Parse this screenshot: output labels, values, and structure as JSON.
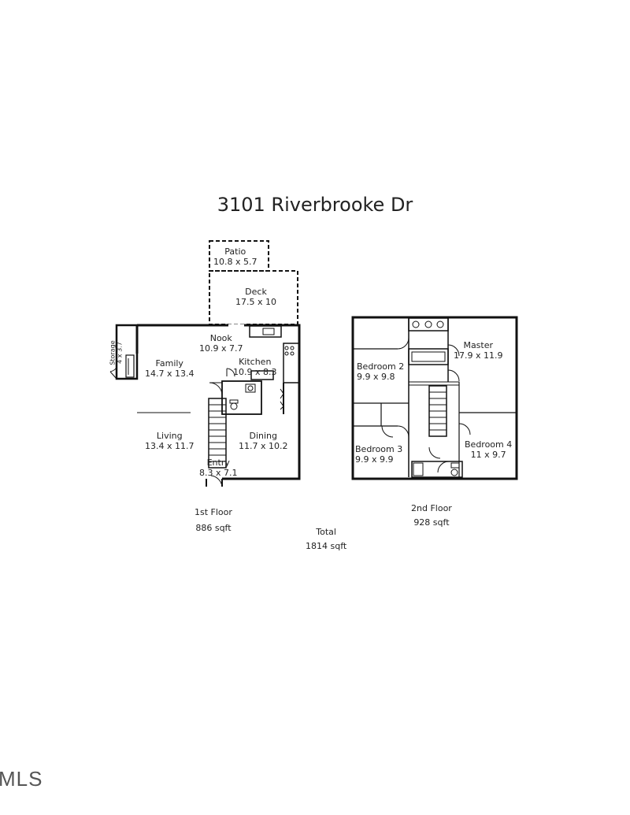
{
  "title": "3101 Riverbrooke Dr",
  "first_floor": {
    "label": "1st Floor",
    "sqft": "886 sqft",
    "rooms": {
      "patio": {
        "name": "Patio",
        "dims": "10.8 x 5.7"
      },
      "deck": {
        "name": "Deck",
        "dims": "17.5 x 10"
      },
      "nook": {
        "name": "Nook",
        "dims": "10.9 x 7.7"
      },
      "kitchen": {
        "name": "Kitchen",
        "dims": "10.9 x 8.3"
      },
      "family": {
        "name": "Family",
        "dims": "14.7 x 13.4"
      },
      "living": {
        "name": "Living",
        "dims": "13.4 x 11.7"
      },
      "dining": {
        "name": "Dining",
        "dims": "11.7 x 10.2"
      },
      "entry": {
        "name": "Entry",
        "dims": "8.3 x 7.1"
      },
      "storage": {
        "name": "Storage",
        "dims": "4 x 3.7"
      }
    }
  },
  "second_floor": {
    "label": "2nd Floor",
    "sqft": "928 sqft",
    "rooms": {
      "master": {
        "name": "Master",
        "dims": "17.9 x 11.9"
      },
      "bedroom2": {
        "name": "Bedroom 2",
        "dims": "9.9 x 9.8"
      },
      "bedroom3": {
        "name": "Bedroom 3",
        "dims": "9.9 x 9.9"
      },
      "bedroom4": {
        "name": "Bedroom 4",
        "dims": "11 x 9.7"
      }
    }
  },
  "total": {
    "label": "Total",
    "sqft": "1814 sqft"
  },
  "watermark": "MLS"
}
